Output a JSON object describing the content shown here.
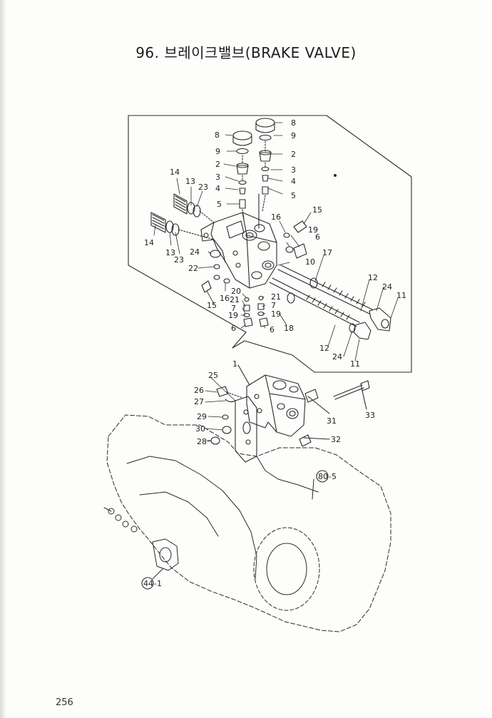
{
  "title": "96.  브레이크밸브(BRAKE VALVE)",
  "page_number": "256",
  "callouts": {
    "c8a": "8",
    "c9a": "9",
    "c2a": "2",
    "c3a": "3",
    "c4a": "4",
    "c5a": "5",
    "c8b": "8",
    "c9b": "9",
    "c2b": "2",
    "c3b": "3",
    "c4b": "4",
    "c5b": "5",
    "c14a": "14",
    "c13a": "13",
    "c23a": "23",
    "c14b": "14",
    "c13b": "13",
    "c23b": "23",
    "c24a": "24",
    "c22": "22",
    "c16a": "16",
    "c15a": "15",
    "c20": "20",
    "c21a": "21",
    "c7a": "7",
    "c19a": "19",
    "c6a": "6",
    "c21b": "21",
    "c7b": "7",
    "c19b": "19",
    "c6b": "6",
    "c18": "18",
    "c16b": "16",
    "c15b": "15",
    "c19c": "19",
    "c6c": "6",
    "c10": "10",
    "c17": "17",
    "c12a": "12",
    "c24b": "24",
    "c11a": "11",
    "c12b": "12",
    "c24c": "24",
    "c11b": "11",
    "c1": "1",
    "c25": "25",
    "c26": "26",
    "c27": "27",
    "c29": "29",
    "c30": "30",
    "c28": "28",
    "c31": "31",
    "c32": "32",
    "c33": "33",
    "ref80": "80",
    "ref80sub": "-5",
    "ref44": "44",
    "ref44sub": "-1"
  }
}
